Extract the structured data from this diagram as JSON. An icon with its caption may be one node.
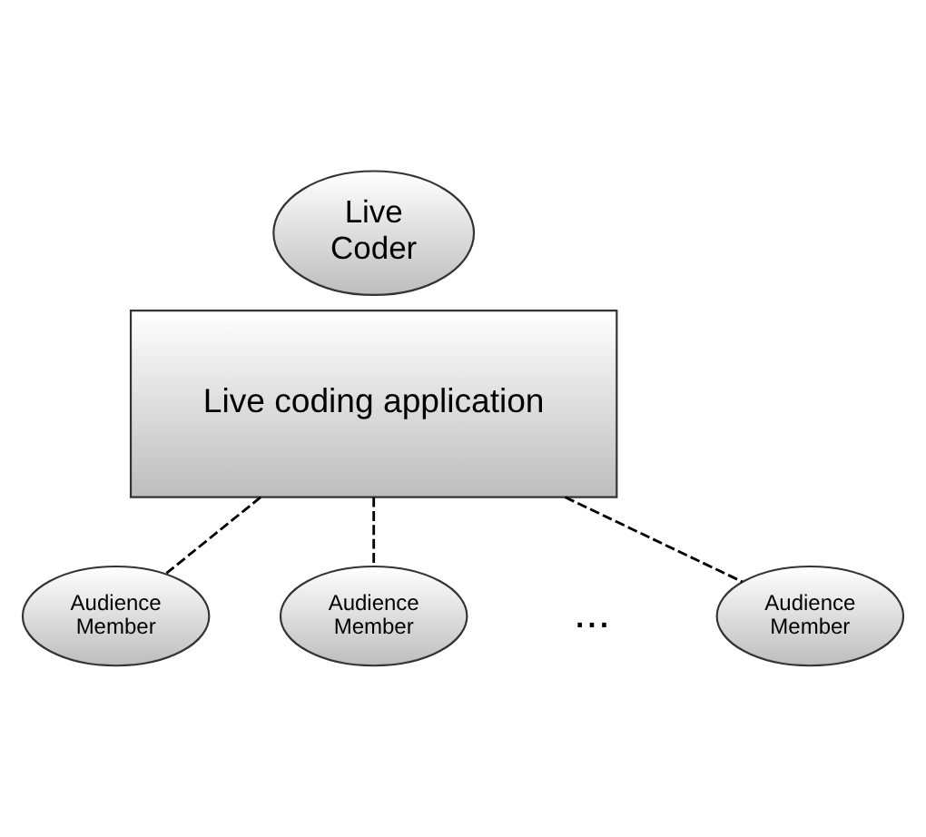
{
  "diagram": {
    "nodes": [
      {
        "text": [
          "Live Coder"
        ]
      },
      {
        "text": [
          "Live coding application"
        ]
      },
      {
        "text": [
          "Audience Member"
        ]
      },
      {
        "text": [
          "Audience Member"
        ]
      },
      {
        "text": [
          "Audience Member"
        ]
      }
    ],
    "edges": [
      {
        "from": 1,
        "to": 2,
        "arrow": "none",
        "style": "dashed"
      },
      {
        "from": 1,
        "to": 3,
        "arrow": "none",
        "style": "dashed"
      },
      {
        "from": 1,
        "to": 4,
        "arrow": "none",
        "style": "dashed"
      }
    ],
    "labels": [
      "..."
    ]
  }
}
